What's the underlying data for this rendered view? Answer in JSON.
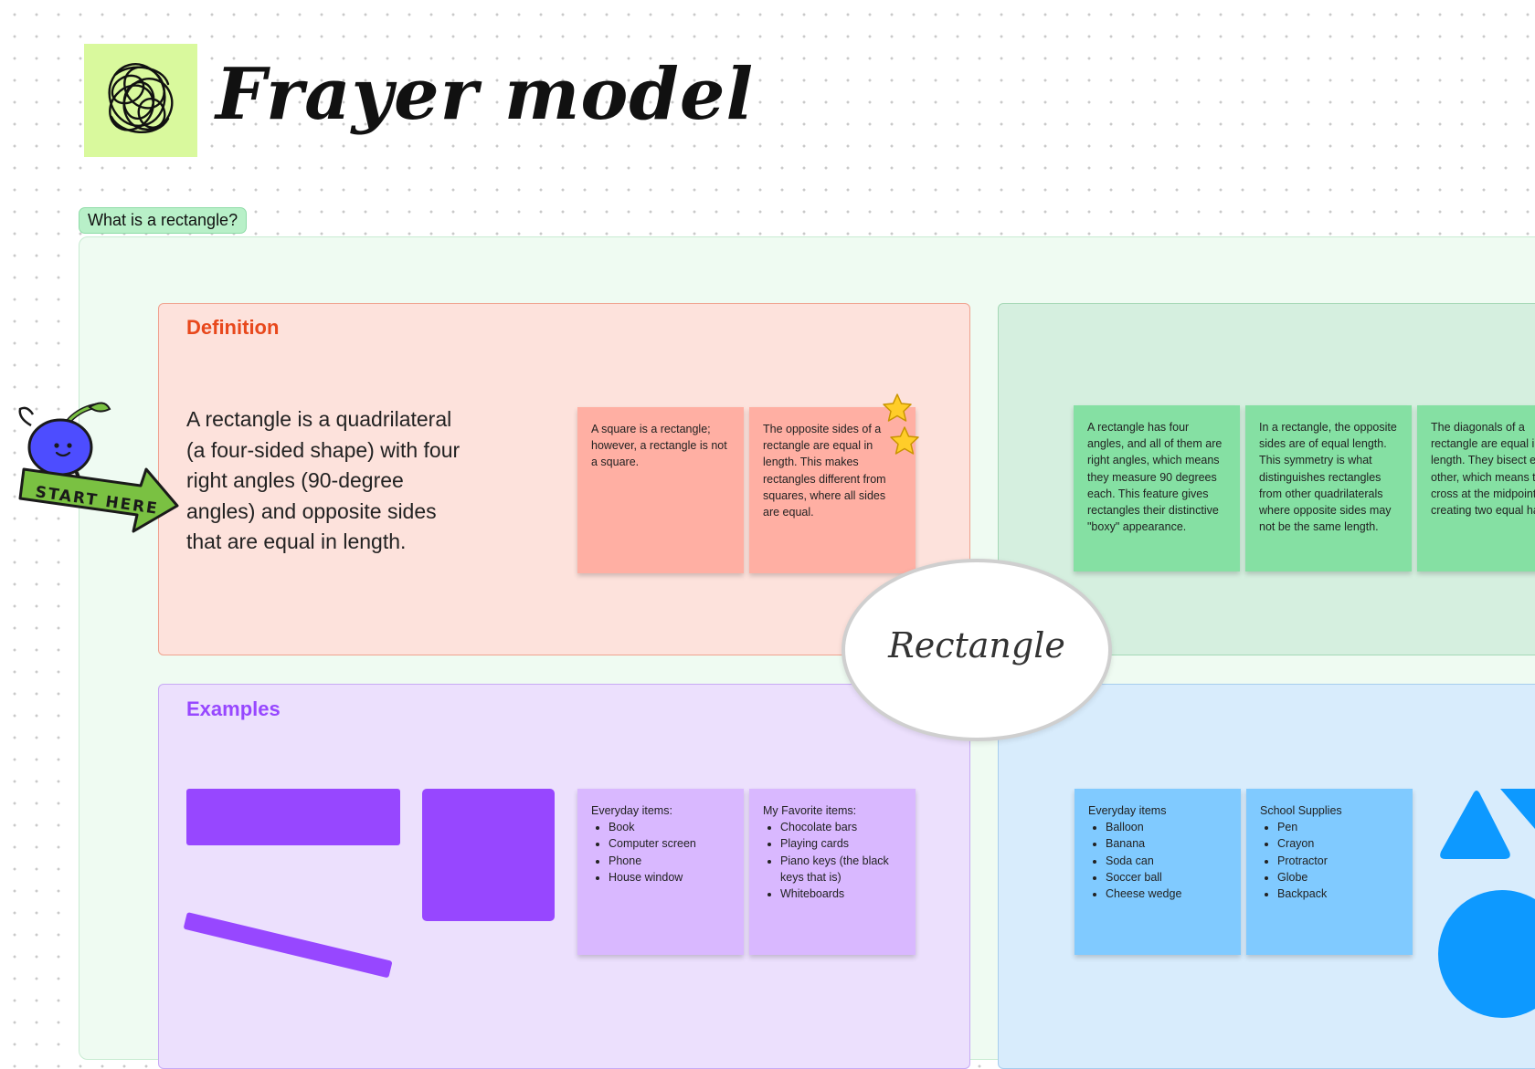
{
  "board": {
    "title": "Frayer model",
    "section_label": "What is a rectangle?",
    "center_term": "Rectangle"
  },
  "mascot": {
    "label": "START HERE"
  },
  "definition": {
    "title": "Definition",
    "text": "A rectangle is a quadrilateral (a four-sided shape) with four right angles (90-degree angles) and opposite sides that are equal in length.",
    "stickies": [
      "A square is a rectangle; however, a rectangle is not a square.",
      "The opposite sides of a rectangle are equal in length. This makes rectangles different from squares, where all sides are equal."
    ]
  },
  "characteristics": {
    "stickies": [
      "A rectangle has four angles, and all of them are right angles, which means they measure 90 degrees each. This feature gives rectangles their distinctive \"boxy\" appearance.",
      "In a rectangle, the opposite sides are of equal length. This symmetry is what distinguishes rectangles from other quadrilaterals where opposite sides may not be the same length.",
      "The diagonals of a rectangle are equal in length. They bisect each other, which means they cross at the midpoint, creating two equal halves."
    ]
  },
  "examples": {
    "title": "Examples",
    "stickies": [
      {
        "heading": "Everyday items:",
        "items": [
          "Book",
          "Computer screen",
          "Phone",
          "House window"
        ]
      },
      {
        "heading": "My Favorite items:",
        "items": [
          "Chocolate bars",
          "Playing cards",
          "Piano keys (the black keys that is)",
          "Whiteboards"
        ]
      }
    ]
  },
  "non_examples": {
    "stickies": [
      {
        "heading": "Everyday items",
        "items": [
          "Balloon",
          "Banana",
          "Soda can",
          "Soccer ball",
          "Cheese wedge"
        ]
      },
      {
        "heading": "School Supplies",
        "items": [
          "Pen",
          "Crayon",
          "Protractor",
          "Globe",
          "Backpack"
        ]
      }
    ]
  },
  "colors": {
    "definition": "#e8481c",
    "examples": "#9747ff",
    "sticky_red": "#ffafa3",
    "sticky_green": "#85e0a3",
    "sticky_purple": "#d9b8ff",
    "sticky_blue": "#80caff",
    "shape_blue": "#0d99ff"
  }
}
